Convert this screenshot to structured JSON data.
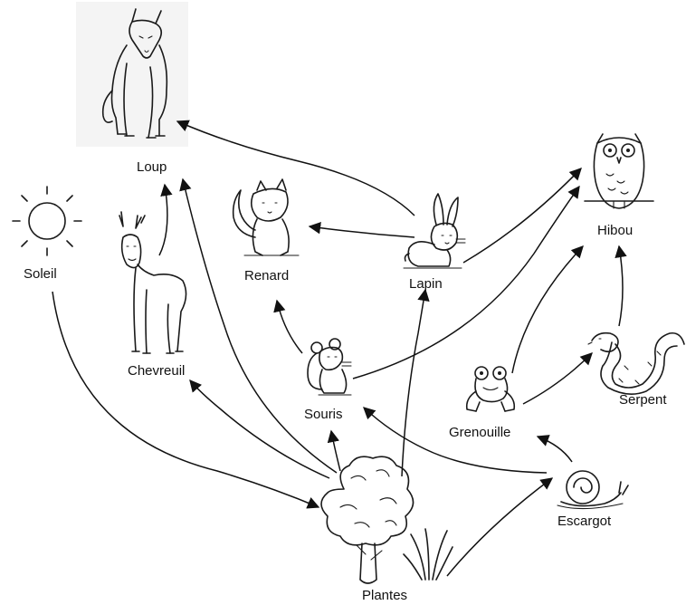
{
  "labels": {
    "loup": "Loup",
    "soleil": "Soleil",
    "chevreuil": "Chevreuil",
    "renard": "Renard",
    "lapin": "Lapin",
    "hibou": "Hibou",
    "souris": "Souris",
    "grenouille": "Grenouille",
    "serpent": "Serpent",
    "escargot": "Escargot",
    "plantes": "Plantes"
  },
  "edges": [
    {
      "from": "soleil",
      "to": "plantes"
    },
    {
      "from": "plantes",
      "to": "chevreuil"
    },
    {
      "from": "plantes",
      "to": "loup"
    },
    {
      "from": "plantes",
      "to": "souris"
    },
    {
      "from": "plantes",
      "to": "lapin"
    },
    {
      "from": "plantes",
      "to": "escargot"
    },
    {
      "from": "chevreuil",
      "to": "loup"
    },
    {
      "from": "lapin",
      "to": "loup"
    },
    {
      "from": "lapin",
      "to": "renard"
    },
    {
      "from": "lapin",
      "to": "hibou"
    },
    {
      "from": "souris",
      "to": "renard"
    },
    {
      "from": "souris",
      "to": "hibou"
    },
    {
      "from": "grenouille",
      "to": "hibou"
    },
    {
      "from": "grenouille",
      "to": "serpent"
    },
    {
      "from": "serpent",
      "to": "hibou"
    },
    {
      "from": "escargot",
      "to": "grenouille"
    },
    {
      "from": "escargot",
      "to": "souris"
    }
  ],
  "icons": [
    "wolf-icon",
    "sun-icon",
    "deer-icon",
    "fox-icon",
    "rabbit-icon",
    "owl-icon",
    "mouse-icon",
    "frog-icon",
    "snake-icon",
    "snail-icon",
    "tree-icon",
    "grass-icon"
  ]
}
